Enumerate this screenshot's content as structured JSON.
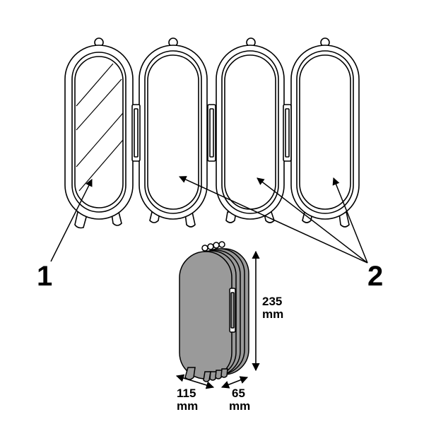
{
  "callouts": {
    "mirror_panel": "1",
    "plain_panels": "2"
  },
  "dimensions": {
    "height_value": "235",
    "height_unit": "mm",
    "width_value": "115",
    "width_unit": "mm",
    "depth_value": "65",
    "depth_unit": "mm"
  },
  "colors": {
    "outline": "#000000",
    "panel_fill": "#ffffff",
    "folded_fill": "#9a9a9a"
  }
}
